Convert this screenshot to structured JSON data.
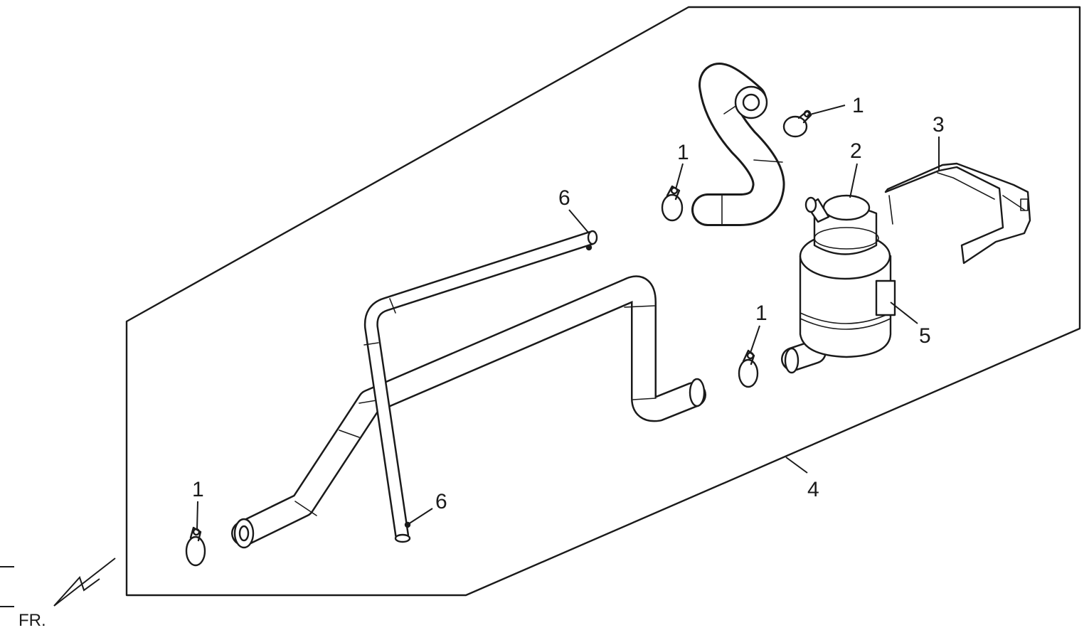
{
  "callouts": {
    "clamp_top_right": "1",
    "clamp_upper_mid": "1",
    "clamp_mid_right": "1",
    "clamp_bottom_left": "1",
    "separator": "2",
    "bracket": "3",
    "tube_assembly": "4",
    "label": "5",
    "tube_top": "6",
    "tube_bottom": "6"
  },
  "direction_indicator": "FR.",
  "colors": {
    "ink": "#1a1a1a",
    "background": "#ffffff"
  }
}
